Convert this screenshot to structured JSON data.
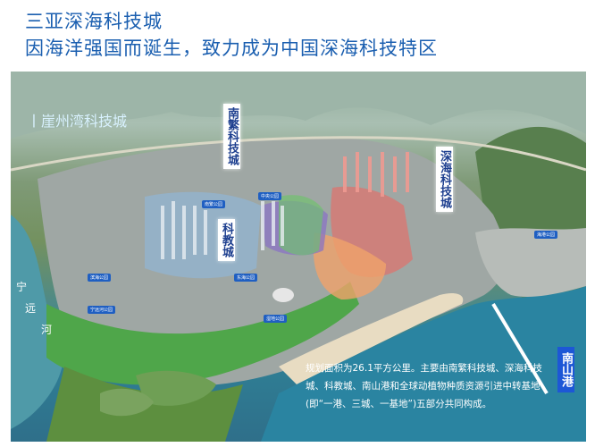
{
  "header": {
    "title_line1": "三亚深海科技城",
    "title_line2": "因海洋强国而诞生，致力成为中国深海科技特区"
  },
  "map": {
    "district_label": "丨崖州湾科技城",
    "nanfan_label": "南繁科技城",
    "shenhai_label": "深海科技城",
    "kejiao_label": "科教城",
    "nanshan_label": "南山港",
    "river_chars": [
      "宁",
      "远",
      "河"
    ],
    "parks": [
      "南繁公园",
      "中央公园",
      "东海公园",
      "滨海公园",
      "湿地公园",
      "海港公园",
      "宁远河公园"
    ],
    "description_lines": [
      "规划面积为26.1平方公里。主要由南繁科技城、深海科技",
      "城、科教城、南山港和全球动植物种质资源引进中转基地",
      "(即“一港、三城、一基地”)五部分共同构成。"
    ]
  }
}
